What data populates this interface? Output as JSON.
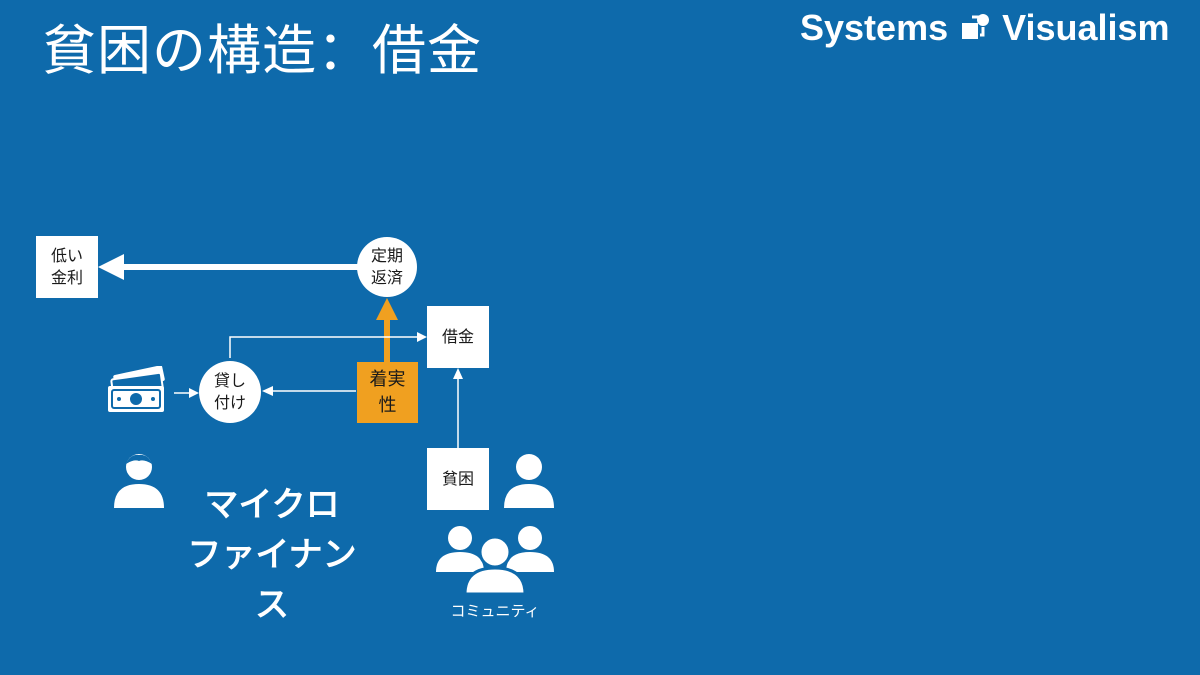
{
  "header": {
    "title": "貧困の構造：借金",
    "brand_left": "Systems",
    "brand_right": "Visualism"
  },
  "diagram": {
    "nodes": {
      "low_interest": "低い\n金利",
      "periodic_repayment": "定期\n返済",
      "debt": "借金",
      "reliability": "着実\n性",
      "lending": "貸し\n付け",
      "poverty": "貧困"
    },
    "labels": {
      "microfinance": "マイクロ\nファイナンス",
      "community": "コミュニティ"
    },
    "icons": [
      "money-icon",
      "lender-person-icon",
      "single-person-icon",
      "people-group-icon"
    ],
    "colors": {
      "background": "#0e6aab",
      "node": "#ffffff",
      "highlight": "#f0a020"
    }
  }
}
